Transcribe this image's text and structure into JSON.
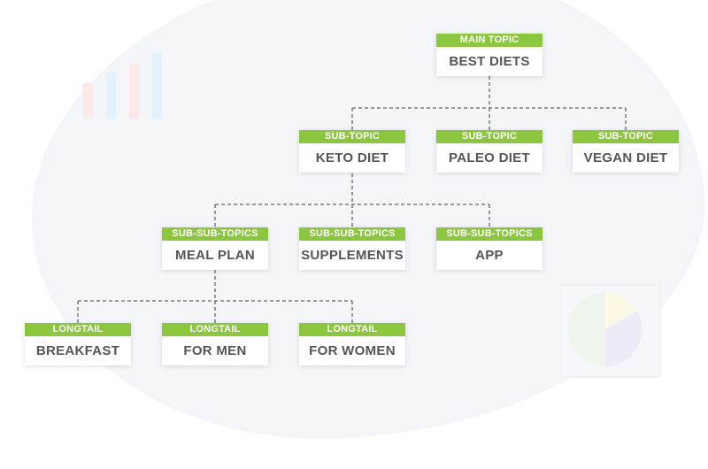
{
  "colors": {
    "accent": "#8cc63f",
    "label": "#555555",
    "connector": "#666666",
    "background_shape": "#f3f5f9"
  },
  "main": {
    "tag": "MAIN TOPIC",
    "label": "BEST DIETS"
  },
  "subtopics": [
    {
      "tag": "SUB-TOPIC",
      "label": "KETO DIET"
    },
    {
      "tag": "SUB-TOPIC",
      "label": "PALEO DIET"
    },
    {
      "tag": "SUB-TOPIC",
      "label": "VEGAN DIET"
    }
  ],
  "subsubtopics": [
    {
      "tag": "SUB-SUB-TOPICS",
      "label": "MEAL PLAN"
    },
    {
      "tag": "SUB-SUB-TOPICS",
      "label": "SUPPLEMENTS"
    },
    {
      "tag": "SUB-SUB-TOPICS",
      "label": "APP"
    }
  ],
  "longtails": [
    {
      "tag": "LONGTAIL",
      "label": "BREAKFAST"
    },
    {
      "tag": "LONGTAIL",
      "label": "FOR MEN"
    },
    {
      "tag": "LONGTAIL",
      "label": "FOR WOMEN"
    }
  ]
}
